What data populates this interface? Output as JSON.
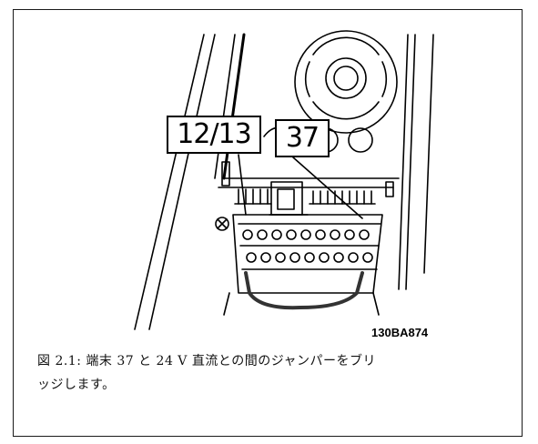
{
  "figure": {
    "callouts": {
      "terminals_12_13": "12/13",
      "terminal_37": "37"
    },
    "reference_code": "130BA874",
    "caption_line1": "図 2.1: 端末 37 と 24 V 直流との間のジャンパーをブリ",
    "caption_line2": "ッジします。"
  },
  "colors": {
    "ink": "#000000",
    "panel_fill": "#ffffff",
    "dark_wire": "#333333"
  }
}
